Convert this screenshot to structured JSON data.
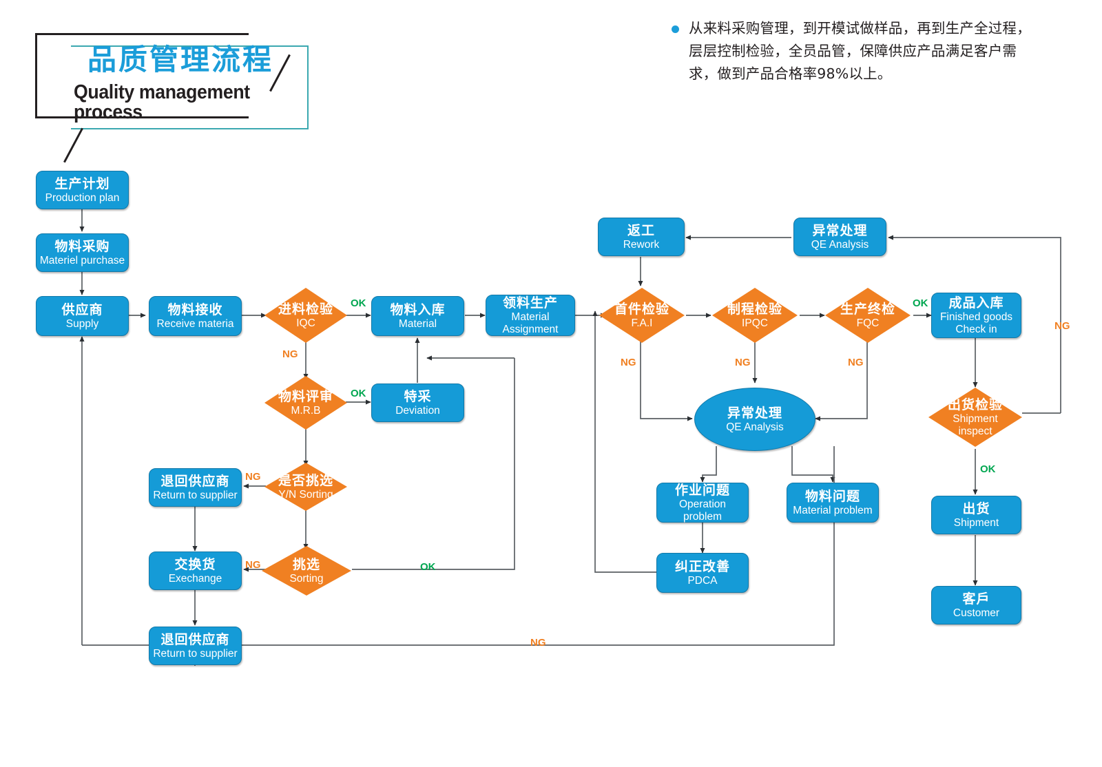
{
  "title": {
    "cn": "品质管理流程",
    "en": "Quality management process"
  },
  "description": {
    "bullet_icon": "bullet-dot-icon",
    "text": "从来料采购管理，到开模试做样品，再到生产全过程，层层控制检验，全员品管，保障供应产品满足客户需求，做到产品合格率98%以上。"
  },
  "colors": {
    "blue": "#159bd7",
    "orange": "#f08022",
    "ok_green": "#00a650",
    "ng_orange": "#f08022",
    "title_teal": "#3aa8b0",
    "line": "#555a5e"
  },
  "nodes": [
    {
      "id": "production-plan",
      "shape": "box",
      "cn": "生产计划",
      "en": "Production plan"
    },
    {
      "id": "materiel-purchase",
      "shape": "box",
      "cn": "物料采购",
      "en": "Materiel purchase"
    },
    {
      "id": "supply",
      "shape": "box",
      "cn": "供应商",
      "en": "Supply"
    },
    {
      "id": "receive-materia",
      "shape": "box",
      "cn": "物料接收",
      "en": "Receive materia"
    },
    {
      "id": "iqc",
      "shape": "diamond",
      "cn": "进料检验",
      "en": "IQC"
    },
    {
      "id": "material-in",
      "shape": "box",
      "cn": "物料入库",
      "en": "Material"
    },
    {
      "id": "material-assignment",
      "shape": "box",
      "cn": "领料生产",
      "en": "Material Assignment"
    },
    {
      "id": "mrb",
      "shape": "diamond",
      "cn": "物料评审",
      "en": "M.R.B"
    },
    {
      "id": "deviation",
      "shape": "box",
      "cn": "特采",
      "en": "Deviation"
    },
    {
      "id": "return-to-supplier-1",
      "shape": "box",
      "cn": "退回供应商",
      "en": "Return to supplier"
    },
    {
      "id": "yn-sorting",
      "shape": "diamond",
      "cn": "是否挑选",
      "en": "Y/N Sorting"
    },
    {
      "id": "exechange",
      "shape": "box",
      "cn": "交换货",
      "en": "Exechange"
    },
    {
      "id": "sorting",
      "shape": "diamond",
      "cn": "挑选",
      "en": "Sorting"
    },
    {
      "id": "return-to-supplier-2",
      "shape": "box",
      "cn": "退回供应商",
      "en": "Return to supplier"
    },
    {
      "id": "rework",
      "shape": "box",
      "cn": "返工",
      "en": "Rework"
    },
    {
      "id": "qe-analysis-top",
      "shape": "box",
      "cn": "异常处理",
      "en": "QE Analysis"
    },
    {
      "id": "fai",
      "shape": "diamond",
      "cn": "首件检验",
      "en": "F.A.I"
    },
    {
      "id": "ipqc",
      "shape": "diamond",
      "cn": "制程检验",
      "en": "IPQC"
    },
    {
      "id": "fqc",
      "shape": "diamond",
      "cn": "生产终检",
      "en": "FQC"
    },
    {
      "id": "finished-goods",
      "shape": "box",
      "cn": "成品入库",
      "en": "Finished goods Check in"
    },
    {
      "id": "qe-analysis-ellipse",
      "shape": "ellipse",
      "cn": "异常处理",
      "en": "QE Analysis"
    },
    {
      "id": "operation-problem",
      "shape": "box",
      "cn": "作业问题",
      "en": "Operation problem"
    },
    {
      "id": "material-problem",
      "shape": "box",
      "cn": "物料问题",
      "en": "Material problem"
    },
    {
      "id": "pdca",
      "shape": "box",
      "cn": "纠正改善",
      "en": "PDCA"
    },
    {
      "id": "shipment-inspect",
      "shape": "diamond",
      "cn": "出货检验",
      "en": "Shipment inspect"
    },
    {
      "id": "shipment",
      "shape": "box",
      "cn": "出货",
      "en": "Shipment"
    },
    {
      "id": "customer",
      "shape": "box",
      "cn": "客戶",
      "en": "Customer"
    }
  ],
  "labels": {
    "ok_iqc": "OK",
    "ng_iqc": "NG",
    "ok_mrb": "OK",
    "ng_yn_sorting": "NG",
    "ng_sorting": "NG",
    "ok_sorting": "OK",
    "ng_fai": "NG",
    "ng_ipqc": "NG",
    "ng_fqc": "NG",
    "ok_fqc": "OK",
    "ng_shipment": "NG",
    "ok_shipment": "OK",
    "ng_bottom": "NG"
  },
  "node_text": {
    "production_plan_cn": "生产计划",
    "production_plan_en": "Production plan",
    "materiel_purchase_cn": "物料采购",
    "materiel_purchase_en": "Materiel purchase",
    "supply_cn": "供应商",
    "supply_en": "Supply",
    "receive_cn": "物料接收",
    "receive_en": "Receive materia",
    "iqc_cn": "进料检验",
    "iqc_en": "IQC",
    "material_in_cn": "物料入库",
    "material_in_en": "Material",
    "assignment_cn": "领料生产",
    "assignment_en1": "Material",
    "assignment_en2": "Assignment",
    "mrb_cn": "物料评审",
    "mrb_en": "M.R.B",
    "deviation_cn": "特采",
    "deviation_en": "Deviation",
    "return1_cn": "退回供应商",
    "return1_en": "Return to supplier",
    "yn_cn": "是否挑选",
    "yn_en": "Y/N Sorting",
    "exechange_cn": "交换货",
    "exechange_en": "Exechange",
    "sorting_cn": "挑选",
    "sorting_en": "Sorting",
    "return2_cn": "退回供应商",
    "return2_en": "Return to supplier",
    "rework_cn": "返工",
    "rework_en": "Rework",
    "qetop_cn": "异常处理",
    "qetop_en": "QE Analysis",
    "fai_cn": "首件检验",
    "fai_en": "F.A.I",
    "ipqc_cn": "制程检验",
    "ipqc_en": "IPQC",
    "fqc_cn": "生产终检",
    "fqc_en": "FQC",
    "fg_cn": "成品入库",
    "fg_en1": "Finished goods",
    "fg_en2": "Check in",
    "qeell_cn": "异常处理",
    "qeell_en": "QE Analysis",
    "op_cn": "作业问题",
    "op_en1": "Operation",
    "op_en2": "problem",
    "mp_cn": "物料问题",
    "mp_en": "Material problem",
    "pdca_cn": "纠正改善",
    "pdca_en": "PDCA",
    "ship_insp_cn": "出货检验",
    "ship_insp_en1": "Shipment",
    "ship_insp_en2": "inspect",
    "shipment_cn": "出货",
    "shipment_en": "Shipment",
    "customer_cn": "客戶",
    "customer_en": "Customer"
  }
}
